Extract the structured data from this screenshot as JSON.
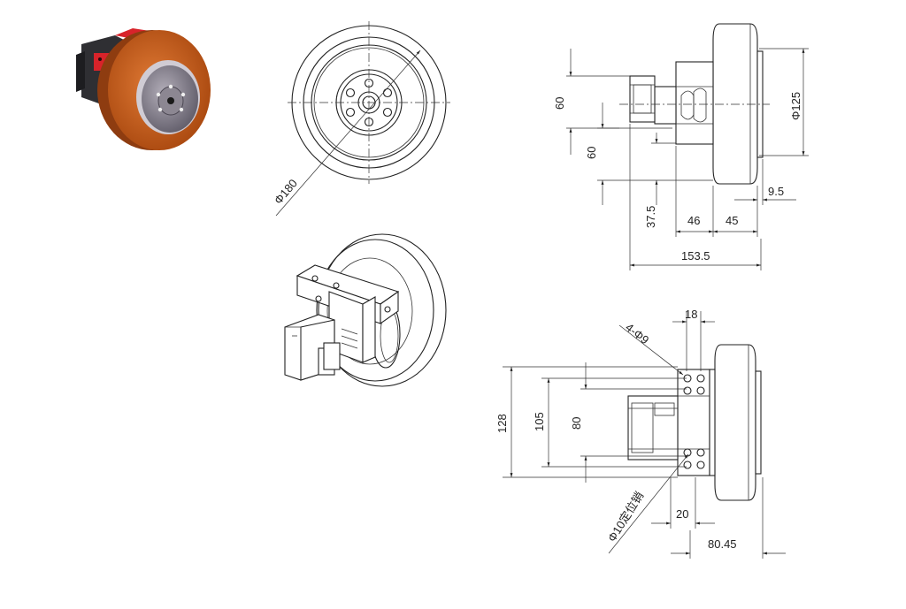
{
  "dimensions": {
    "front_diameter": "Φ180",
    "side_upper_height": "60",
    "side_lower_height": "60",
    "side_offset": "37.5",
    "side_width_a": "46",
    "side_width_b": "45",
    "side_total_length": "153.5",
    "side_wheel_diameter": "Φ125",
    "side_tread_offset": "9.5",
    "bottom_hole_spec": "4-Φ9",
    "bottom_plate_width": "18",
    "bottom_height_total": "128",
    "bottom_height_mid": "105",
    "bottom_height_inner": "80",
    "bottom_pin_spec": "Φ10定位销",
    "bottom_offset": "20",
    "bottom_length": "80.45"
  },
  "colors": {
    "tread": "#c7621e",
    "tread_dark": "#8e3c10",
    "hub": "#6e6a76",
    "hub_light": "#a7a2ad",
    "housing": "#2f2f33",
    "accent": "#d8232a",
    "line": "#222222"
  }
}
